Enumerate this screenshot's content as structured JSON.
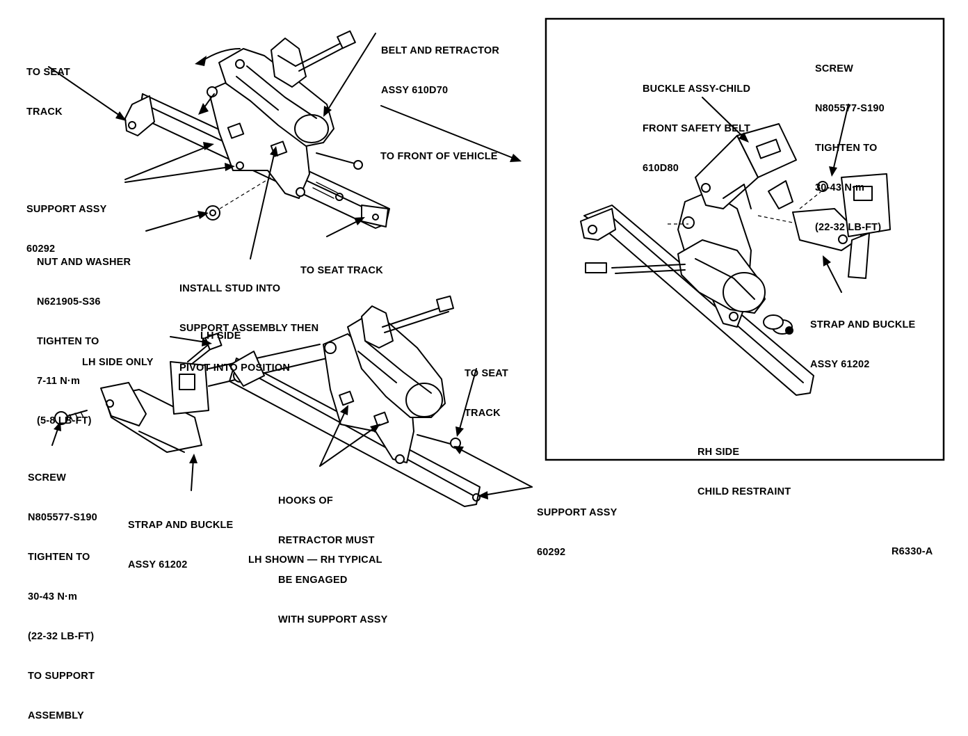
{
  "labels": {
    "to_seat_track_top_left": [
      "TO SEAT",
      "TRACK"
    ],
    "belt_retractor": [
      "BELT AND RETRACTOR",
      "ASSY 610D70"
    ],
    "to_front_of_vehicle": [
      "TO FRONT OF VEHICLE"
    ],
    "support_assy_top": [
      "SUPPORT ASSY",
      "60292"
    ],
    "nut_and_washer": [
      "NUT AND WASHER",
      "N621905-S36",
      "TIGHTEN TO",
      "7-11 N·m",
      "(5-8 LB-FT)"
    ],
    "to_seat_track_mid": [
      "TO SEAT TRACK"
    ],
    "install_stud": [
      "INSTALL STUD INTO",
      "SUPPORT ASSEMBLY THEN",
      "PIVOT INTO POSITION"
    ],
    "lh_side": [
      "LH SIDE"
    ],
    "lh_side_only": [
      "LH SIDE ONLY"
    ],
    "to_seat_track_bottom": [
      "TO SEAT",
      "TRACK"
    ],
    "screw_bottom": [
      "SCREW",
      "N805577-S190",
      "TIGHTEN TO",
      "30-43 N·m",
      "(22-32 LB-FT)",
      "TO SUPPORT",
      "ASSEMBLY"
    ],
    "strap_buckle_bottom": [
      "STRAP AND BUCKLE",
      "ASSY 61202"
    ],
    "hooks_of_retractor": [
      "HOOKS OF",
      "RETRACTOR MUST",
      "BE ENGAGED",
      "WITH SUPPORT ASSY"
    ],
    "support_assy_bottom": [
      "SUPPORT ASSY",
      "60292"
    ],
    "lh_shown": [
      "LH SHOWN — RH TYPICAL"
    ],
    "buckle_assy_child": [
      "BUCKLE ASSY-CHILD",
      "FRONT SAFETY BELT",
      "610D80"
    ],
    "screw_right": [
      "SCREW",
      "N805577-S190",
      "TIGHTEN TO",
      "30-43 N·m",
      "(22-32 LB-FT)"
    ],
    "strap_buckle_right": [
      "STRAP AND BUCKLE",
      "ASSY 61202"
    ],
    "rh_side": [
      "RH SIDE",
      "CHILD RESTRAINT"
    ],
    "figure_code": [
      "R6330-A"
    ]
  }
}
